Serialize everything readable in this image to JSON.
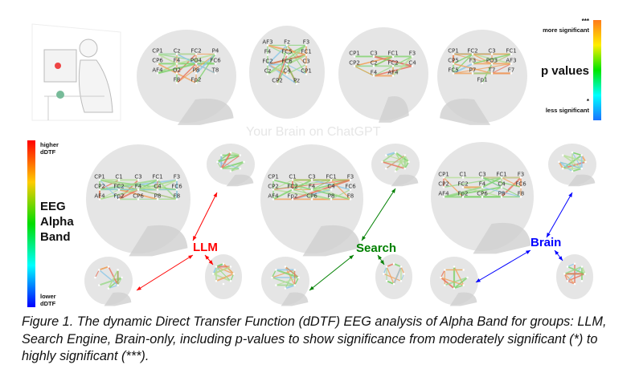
{
  "figure": {
    "caption": "Figure 1. The dynamic Direct Transfer Function (dDTF) EEG analysis of Alpha Band for groups: LLM, Search Engine, Brain-only, including p-values to show significance from moderately significant (*) to highly significant (***).",
    "watermark": "Your Brain on ChatGPT"
  },
  "pvalue_legend": {
    "title": "p values",
    "top_mark": "***",
    "top_label": "more significant",
    "bottom_mark": "*",
    "bottom_label": "less significant",
    "colors": [
      "#ff7a1a",
      "#ffee00",
      "#00e600",
      "#00ffff",
      "#1a73ff"
    ]
  },
  "dtf_legend": {
    "title": "EEG Alpha Band",
    "top_label": "higher dDTF",
    "bottom_label": "lower dDTF",
    "colors": [
      "#ff0000",
      "#ffcc00",
      "#00dd00",
      "#00ffff",
      "#0000ff"
    ]
  },
  "groups": [
    {
      "name": "LLM",
      "color": "#ff0000"
    },
    {
      "name": "Search",
      "color": "#008000"
    },
    {
      "name": "Brain",
      "color": "#0000ff"
    }
  ],
  "electrodes": {
    "side_right": [
      "CP1",
      "Cz",
      "FC2",
      "P4",
      "CP6",
      "F4",
      "PO4",
      "FC6",
      "AF4",
      "O2",
      "P8",
      "T8",
      "F8",
      "Fp2"
    ],
    "top": [
      "AF3",
      "Fz",
      "F3",
      "F4",
      "FC5",
      "FC1",
      "FC2",
      "FC6",
      "C3",
      "Cz",
      "C4",
      "CP1",
      "CP2",
      "Pz"
    ],
    "oblique": [
      "CP1",
      "C3",
      "FC1",
      "F3",
      "CP2",
      "Cz",
      "FC2",
      "C4",
      "F4",
      "AF4"
    ],
    "side_left": [
      "CP1",
      "FC2",
      "C3",
      "FC1",
      "CP5",
      "F3",
      "PO3",
      "AF3",
      "FC5",
      "P7",
      "T7",
      "F7",
      "Fp1"
    ],
    "big": [
      "CP1",
      "C1",
      "C3",
      "FC1",
      "F3",
      "CP2",
      "FC2",
      "F4",
      "C4",
      "FC6",
      "AF4",
      "Fp2",
      "CP6",
      "P8",
      "F8"
    ]
  }
}
